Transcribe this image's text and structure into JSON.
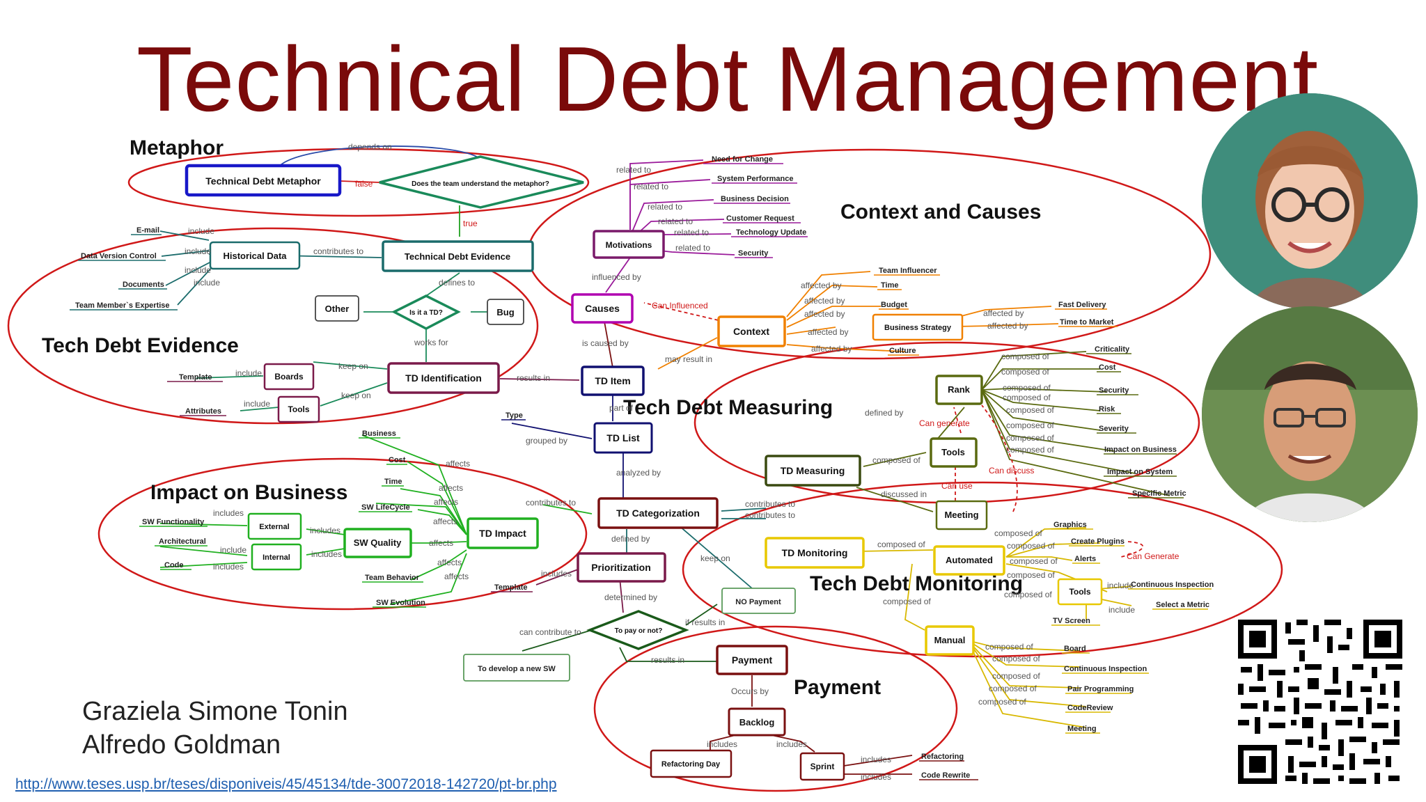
{
  "title": "Technical Debt Management",
  "authors": [
    "Graziela Simone Tonin",
    "Alfredo Goldman"
  ],
  "link": "http://www.teses.usp.br/teses/disponiveis/45/45134/tde-30072018-142720/pt-br.php",
  "colors": {
    "title": "#7a0a0a",
    "ellipse": "#d01818",
    "blue": "#1818c8",
    "green": "#1a8a5a",
    "teal": "#1a6b6b",
    "purple": "#7a1a4a",
    "magenta": "#b000b0",
    "orange": "#f08000",
    "olive": "#5a6a10",
    "yellow": "#e8c800",
    "limegreen": "#20b020",
    "navy": "#101070",
    "darkred": "#7a1010"
  },
  "sections": {
    "metaphor": "Metaphor",
    "context": "Context and Causes",
    "evidence": "Tech Debt Evidence",
    "measuring": "Tech Debt Measuring",
    "impact": "Impact on Business",
    "monitoring": "Tech Debt Monitoring",
    "payment": "Payment"
  },
  "nodes": {
    "metaphor": "Technical Debt Metaphor",
    "understand": "Does the team understand the metaphor?",
    "historical": "Historical Data",
    "evidence": "Technical Debt Evidence",
    "other": "Other",
    "is_td": "Is it a TD?",
    "bug": "Bug",
    "identification": "TD Identification",
    "boards": "Boards",
    "tools_ev": "Tools",
    "motivations": "Motivations",
    "causes": "Causes",
    "context": "Context",
    "business_strategy": "Business Strategy",
    "td_item": "TD Item",
    "td_list": "TD List",
    "rank": "Rank",
    "tools_meas": "Tools",
    "td_measuring": "TD Measuring",
    "meeting": "Meeting",
    "td_categorization": "TD Categorization",
    "td_impact": "TD Impact",
    "sw_quality": "SW Quality",
    "external": "External",
    "internal": "Internal",
    "prioritization": "Prioritization",
    "td_monitoring": "TD Monitoring",
    "automated": "Automated",
    "tools_mon": "Tools",
    "manual": "Manual",
    "to_pay": "To pay or not?",
    "no_payment": "NO Payment",
    "new_sw": "To develop a new SW",
    "payment": "Payment",
    "backlog": "Backlog",
    "refactoring_day": "Refactoring Day",
    "sprint": "Sprint"
  },
  "leaves": {
    "email": "E-mail",
    "dvc": "Data Version Control",
    "documents": "Documents",
    "expertise": "Team Member`s Expertise",
    "template_ev": "Template",
    "attributes": "Attributes",
    "need_change": "Need for Change",
    "sys_perf": "System Performance",
    "biz_decision": "Business Decision",
    "cust_request": "Customer Request",
    "tech_update": "Technology Update",
    "security_mot": "Security",
    "team_influencer": "Team Influencer",
    "time_ctx": "Time",
    "budget": "Budget",
    "culture": "Culture",
    "fast_delivery": "Fast Delivery",
    "time_market": "Time to Market",
    "criticality": "Criticality",
    "cost_m": "Cost",
    "security_m": "Security",
    "risk": "Risk",
    "severity": "Severity",
    "impact_biz": "Impact on Business",
    "impact_sys": "Impact on System",
    "specific_metric": "Specific Metric",
    "type": "Type",
    "business": "Business",
    "cost_i": "Cost",
    "time_i": "Time",
    "sw_lifecycle": "SW LifeCycle",
    "sw_functionality": "SW Functionality",
    "architectural": "Architectural",
    "code": "Code",
    "team_behavior": "Team Behavior",
    "sw_evolution": "SW Evolution",
    "template_p": "Template",
    "graphics": "Graphics",
    "create_plugins": "Create Plugins",
    "alerts": "Alerts",
    "continuous_insp": "Continuous Inspection",
    "select_metric": "Select a Metric",
    "tv_screen": "TV Screen",
    "board": "Board",
    "cont_insp": "Continuous Inspection",
    "pair_prog": "Pair Programming",
    "code_review": "CodeReview",
    "meeting_leaf": "Meeting",
    "refactoring": "Refactoring",
    "code_rewrite": "Code Rewrite"
  },
  "links": {
    "depends_on": "depends on",
    "false": "false",
    "true": "true",
    "include": "include",
    "contributes_to": "contributes to",
    "defines_to": "defines to",
    "works_for": "works for",
    "keep_on": "keep on",
    "results_in": "results in",
    "related_to": "related to",
    "influenced_by": "influenced by",
    "can_influenced": "Can Influenced",
    "is_caused_by": "is caused by",
    "may_result_in": "may result in",
    "affected_by": "affected by",
    "composed_of": "composed of",
    "defined_by": "defined by",
    "can_generate": "Can generate",
    "can_use": "Can use",
    "can_discuss": "Can discuss",
    "discussed_in": "discussed in",
    "part_of": "part of",
    "grouped_by": "grouped by",
    "analyzed_by": "analyzed by",
    "affects": "affects",
    "includes": "includes",
    "determined_by": "determined by",
    "if_results_in": "if results in",
    "can_contribute_to": "can contribute to",
    "occurs_by": "Occurs by",
    "can_generate_mon": "Can Generate"
  }
}
